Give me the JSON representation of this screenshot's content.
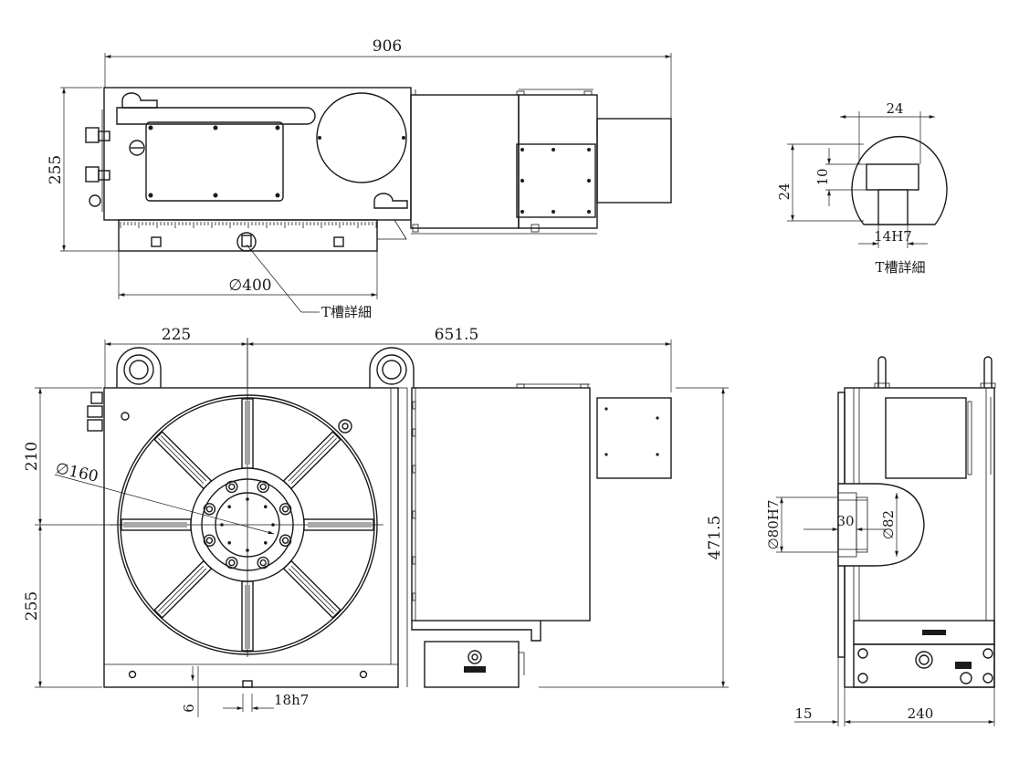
{
  "dimensions": {
    "overall_length": "906",
    "top_height": "255",
    "table_diameter": "∅400",
    "left_offset": "225",
    "right_length": "651.5",
    "upper_height": "210",
    "lower_height": "255",
    "overall_height": "471.5",
    "bore_diameter": "∅160",
    "key_width": "18h7",
    "key_depth": "6",
    "slot_top_width": "24",
    "slot_height": "24",
    "slot_depth": "10",
    "slot_width": "14H7",
    "spindle_bore": "∅80H7",
    "spindle_depth": "30",
    "spindle_outer": "∅82",
    "side_offset": "15",
    "side_width": "240"
  },
  "labels": {
    "t_slot_callout": "T槽詳細",
    "t_slot_detail_title": "T槽詳細"
  }
}
